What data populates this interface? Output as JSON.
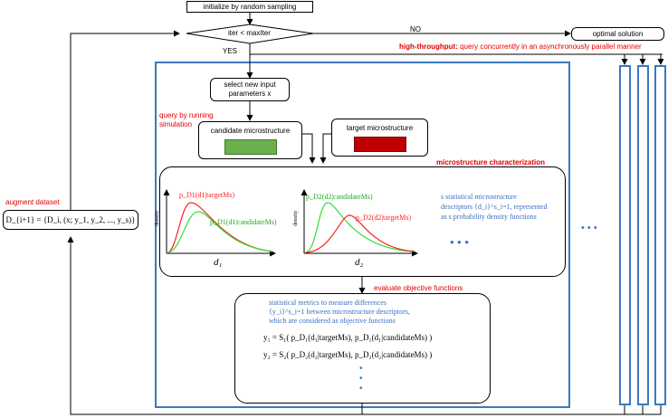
{
  "flow": {
    "init": "initialize by random sampling",
    "condition": "iter < maxIter",
    "no_label": "NO",
    "yes_label": "YES",
    "optimal": "optimal solution",
    "high_throughput_bold": "high-throughput:",
    "high_throughput_rest": " query concurrently in an asynchronously parallel manner",
    "select_line1": "select new input",
    "select_line2": "parameters x",
    "query_sim_line1": "query by running",
    "query_sim_line2": "simulation",
    "candidate": "candidate microstructure",
    "target": "target microstructure",
    "characterization": "microstructure characterization",
    "evaluate": "evaluate objective functions",
    "augment": "augment dataset",
    "dataset_formula": "D_{i+1} = {D_i, (x; y_1, y_2, ..., y_s)}",
    "ellipsis_h": "•  •  •",
    "ellipsis_right": "• • •",
    "ellipsis_v": "•"
  },
  "plots": {
    "left_red_label": "p_D1(d1|targetMs)",
    "left_green_label": "p_D1(d1|candidateMs)",
    "left_axis_y": "density",
    "left_axis_x": "d₁",
    "right_green_label": "p_D2(d2|candidateMs)",
    "right_red_label": "p_D2(d2|targetMs)",
    "right_axis_y": "density",
    "right_axis_x": "d₂"
  },
  "descriptors_text": {
    "line1": "s       statistical     microstructure",
    "line2": "descriptors {d_i}^s_i=1,    represented",
    "line3": "as s probability density functions"
  },
  "objectives_text": {
    "line1": "statistical  metrics  to  measure  differences",
    "line2": "{y_i}^s_i=1  between  microstructure  descriptors,",
    "line3": "which are considered as objective functions",
    "eq1": "y₁ = S₁( p_D₁(d₁|targetMs),  p_D₁(d₁|candidateMs) )",
    "eq2": "y₂ = S₂( p_D₂(d₂|targetMs),  p_D₂(d₂|candidateMs) )"
  },
  "colors": {
    "blue_frame": "#3a78c2",
    "red_text": "#e00000",
    "green_fill": "#6ab04c",
    "red_fill": "#c00000",
    "curve_red": "#ff2020",
    "curve_green": "#33dd33"
  }
}
